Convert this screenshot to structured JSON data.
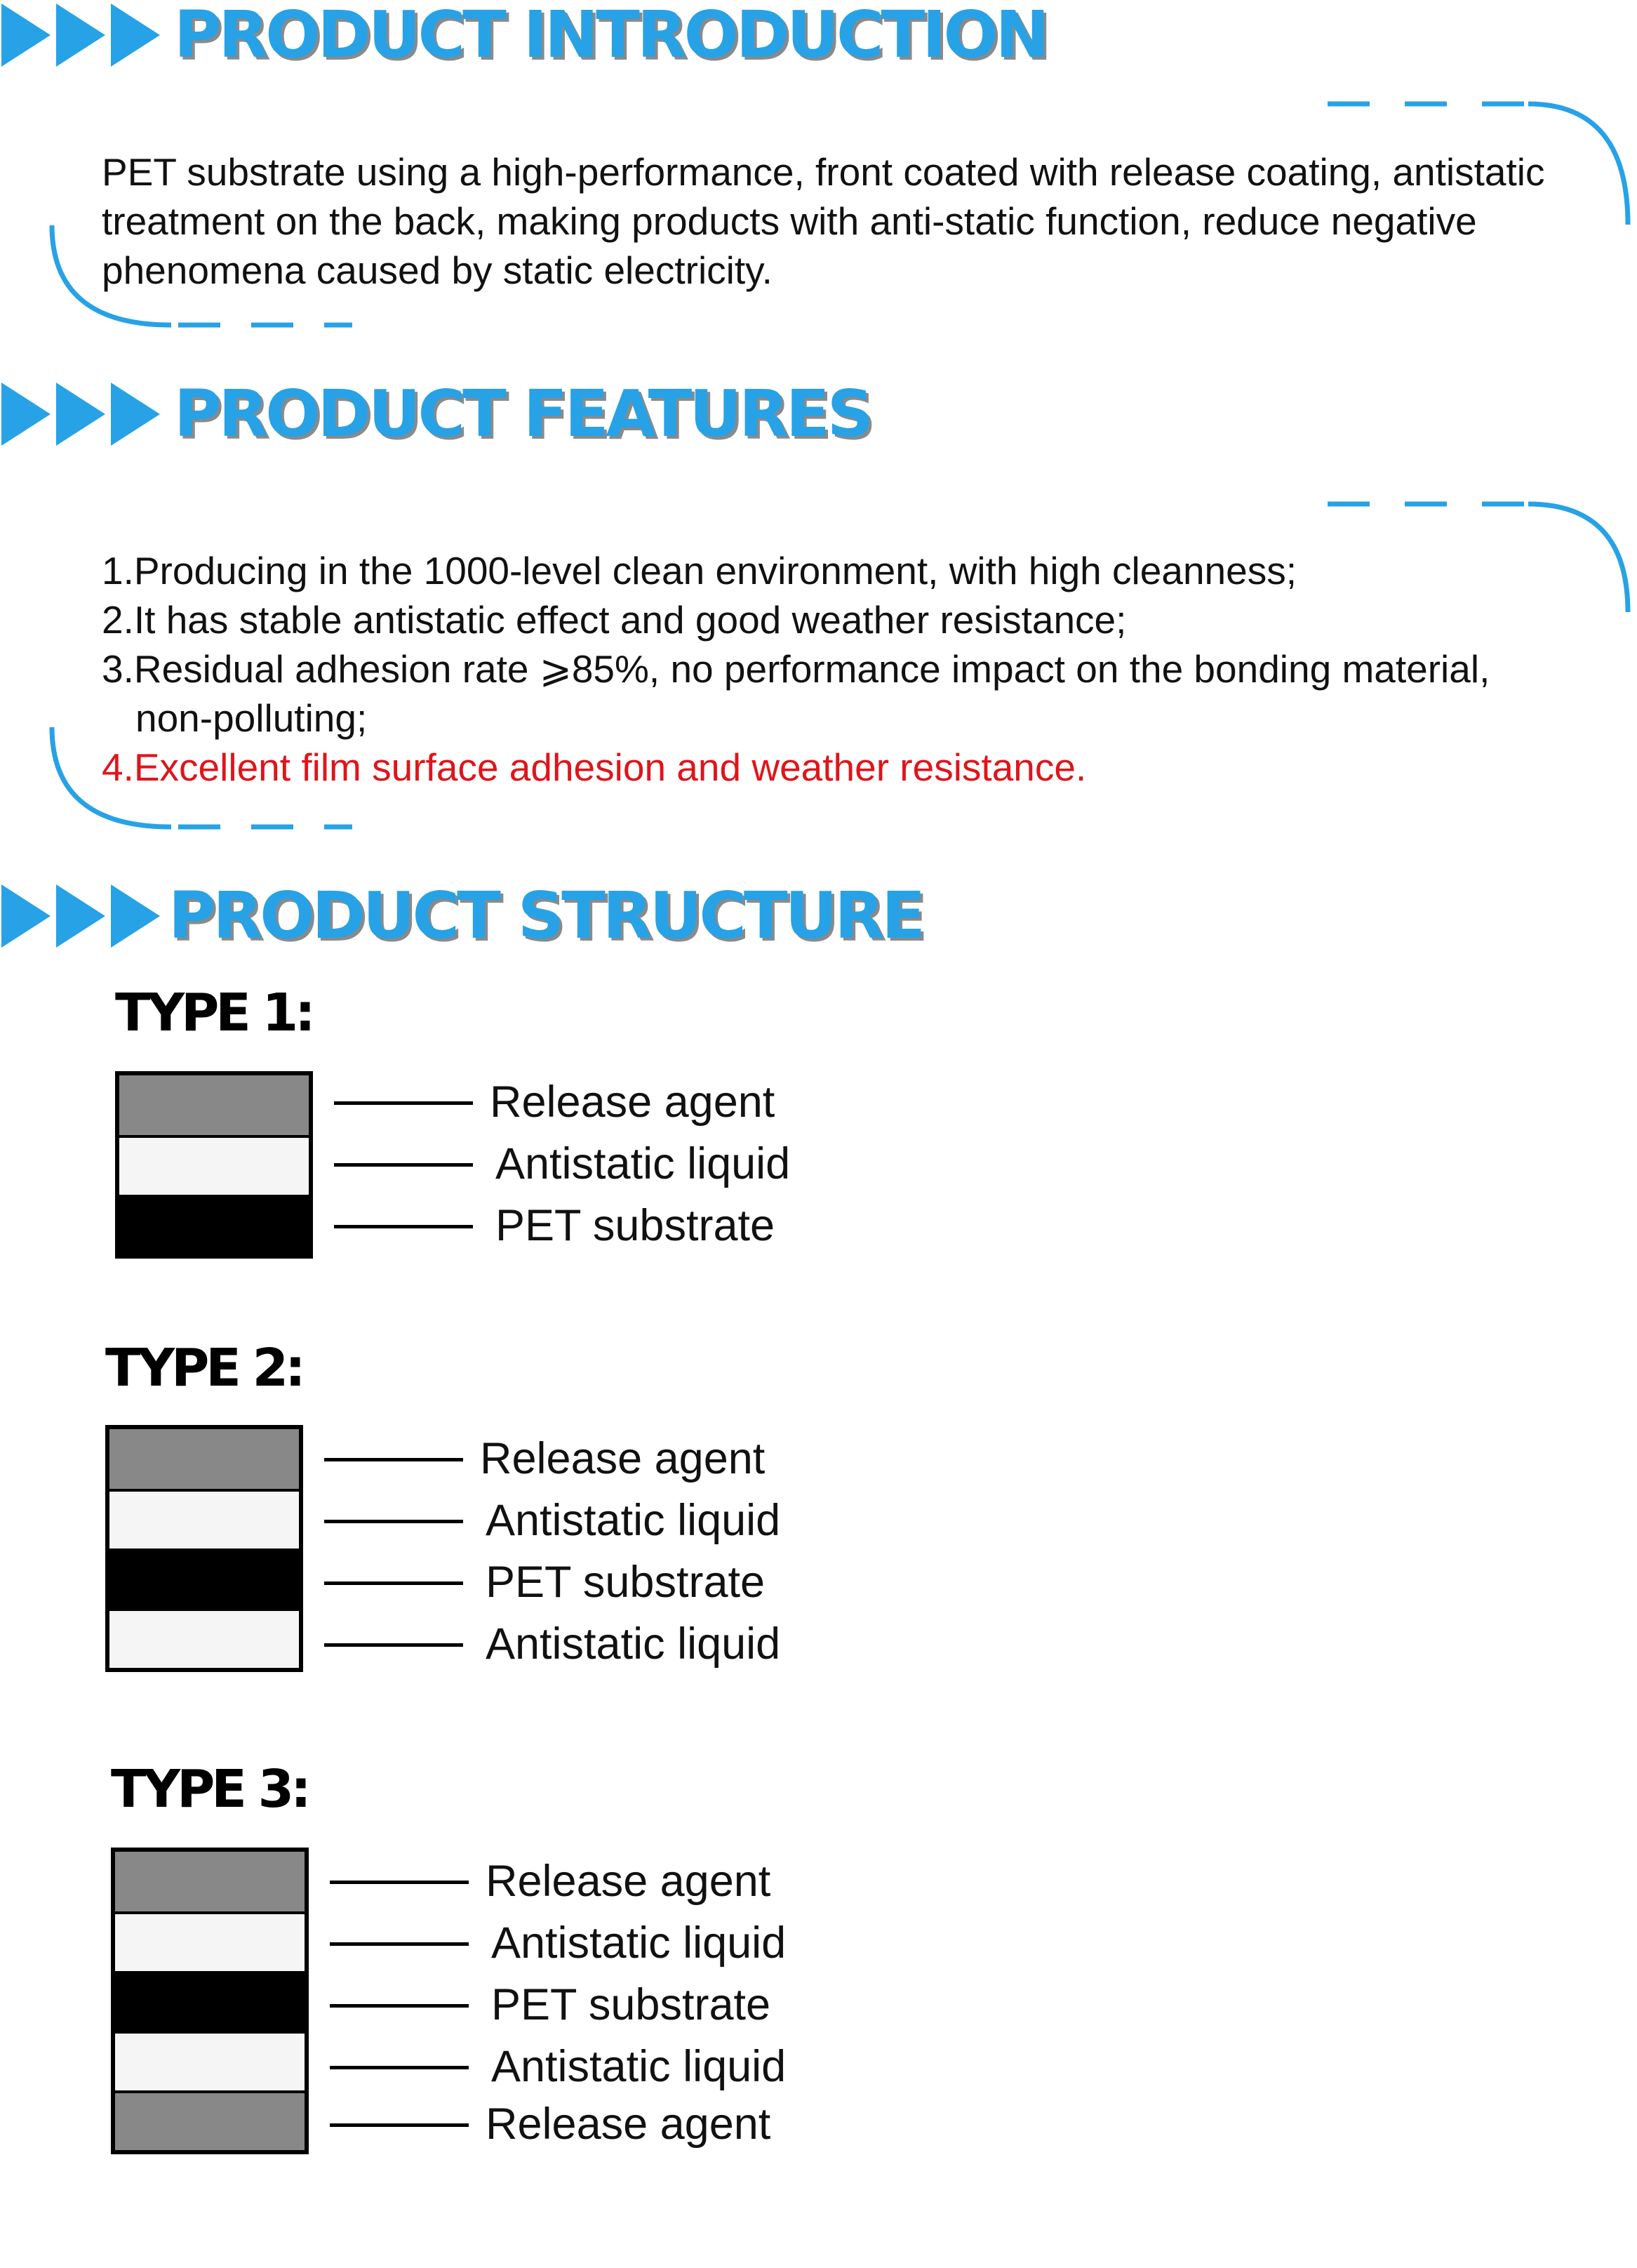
{
  "colors": {
    "accent": "#27a2e6",
    "title_shadow": "#8a8a8a",
    "highlight_red": "#e0141b",
    "layer_grey": "#888888",
    "layer_white": "#f5f5f5",
    "layer_black": "#000000"
  },
  "sections": {
    "introduction": {
      "title": "PRODUCT  INTRODUCTION",
      "body": "PET substrate using a high-performance, front coated with release coating, antistatic treatment on the back, making products with anti-static function, reduce negative phenomena caused by static electricity."
    },
    "features": {
      "title": "PRODUCT  FEATURES",
      "items": [
        "1.Producing in the 1000-level clean environment, with high cleanness;",
        "2.It has stable antistatic effect and good weather resistance;",
        "3.Residual adhesion rate ⩾85%, no performance impact on the bonding material,",
        "non-polluting;",
        "4.Excellent film surface adhesion and weather resistance."
      ]
    },
    "structure": {
      "title": "PRODUCT  STRUCTURE",
      "types": [
        {
          "title": "TYPE 1:",
          "layers": [
            "Release agent",
            "Antistatic liquid",
            "PET substrate"
          ],
          "layer_colors": [
            "grey",
            "white",
            "black"
          ]
        },
        {
          "title": "TYPE 2:",
          "layers": [
            "Release agent",
            "Antistatic liquid",
            "PET substrate",
            "Antistatic liquid"
          ],
          "layer_colors": [
            "grey",
            "white",
            "black",
            "white"
          ]
        },
        {
          "title": "TYPE 3:",
          "layers": [
            "Release agent",
            "Antistatic liquid",
            "PET substrate",
            "Antistatic liquid",
            "Release agent"
          ],
          "layer_colors": [
            "grey",
            "white",
            "black",
            "white",
            "grey"
          ]
        }
      ]
    }
  }
}
